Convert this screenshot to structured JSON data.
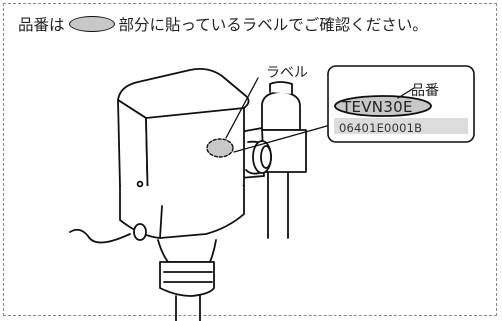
{
  "instruction": {
    "before": "品番は",
    "after": "部分に貼っているラベルでご確認ください。"
  },
  "callouts": {
    "label": "ラベル",
    "part_number_heading": "品番"
  },
  "label_card": {
    "part_code": "TEVN30E",
    "serial": "06401E0001B"
  },
  "colors": {
    "highlight_oval": "#c8c8c8",
    "serial_band": "#dcdcdc",
    "outline": "#111111"
  }
}
